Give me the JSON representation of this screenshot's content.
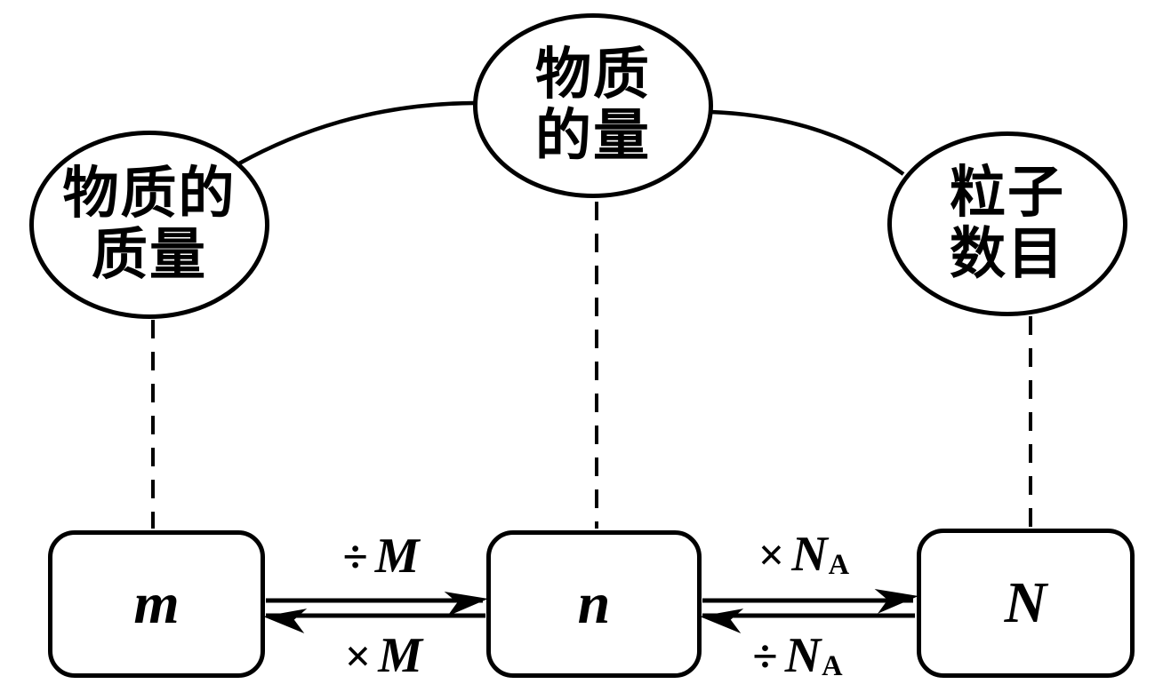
{
  "diagram": {
    "colors": {
      "ink": "#000000",
      "background": "#ffffff"
    },
    "ellipses": [
      {
        "lines": [
          "物质的",
          "质量"
        ]
      },
      {
        "lines": [
          "物质",
          "的量"
        ]
      },
      {
        "lines": [
          "粒子",
          "数目"
        ]
      }
    ],
    "boxes": [
      {
        "symbol": "m"
      },
      {
        "symbol": "n"
      },
      {
        "symbol": "N"
      }
    ],
    "conversions": [
      {
        "op": "÷",
        "var": "M",
        "sub": ""
      },
      {
        "op": "×",
        "var": "M",
        "sub": ""
      },
      {
        "op": "×",
        "var": "N",
        "sub": "A"
      },
      {
        "op": "÷",
        "var": "N",
        "sub": "A"
      }
    ]
  }
}
